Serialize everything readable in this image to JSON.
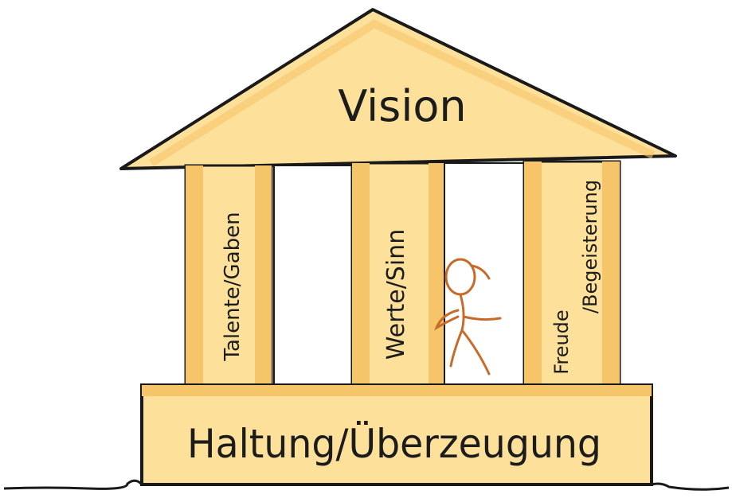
{
  "roof": {
    "label": "Vision"
  },
  "pillars": [
    {
      "label": "Talente/Gaben"
    },
    {
      "label": "Werte/Sinn"
    },
    {
      "label_line1": "Freude",
      "label_line2": "/Begeisterung"
    }
  ],
  "base": {
    "label": "Haltung/Überzeugung"
  },
  "colors": {
    "fill": "#fde09a",
    "shade": "#f6c56a",
    "outline": "#1a1a1a",
    "figure": "#c86a2a"
  },
  "icons": {
    "figure": "stick-figure-icon"
  }
}
